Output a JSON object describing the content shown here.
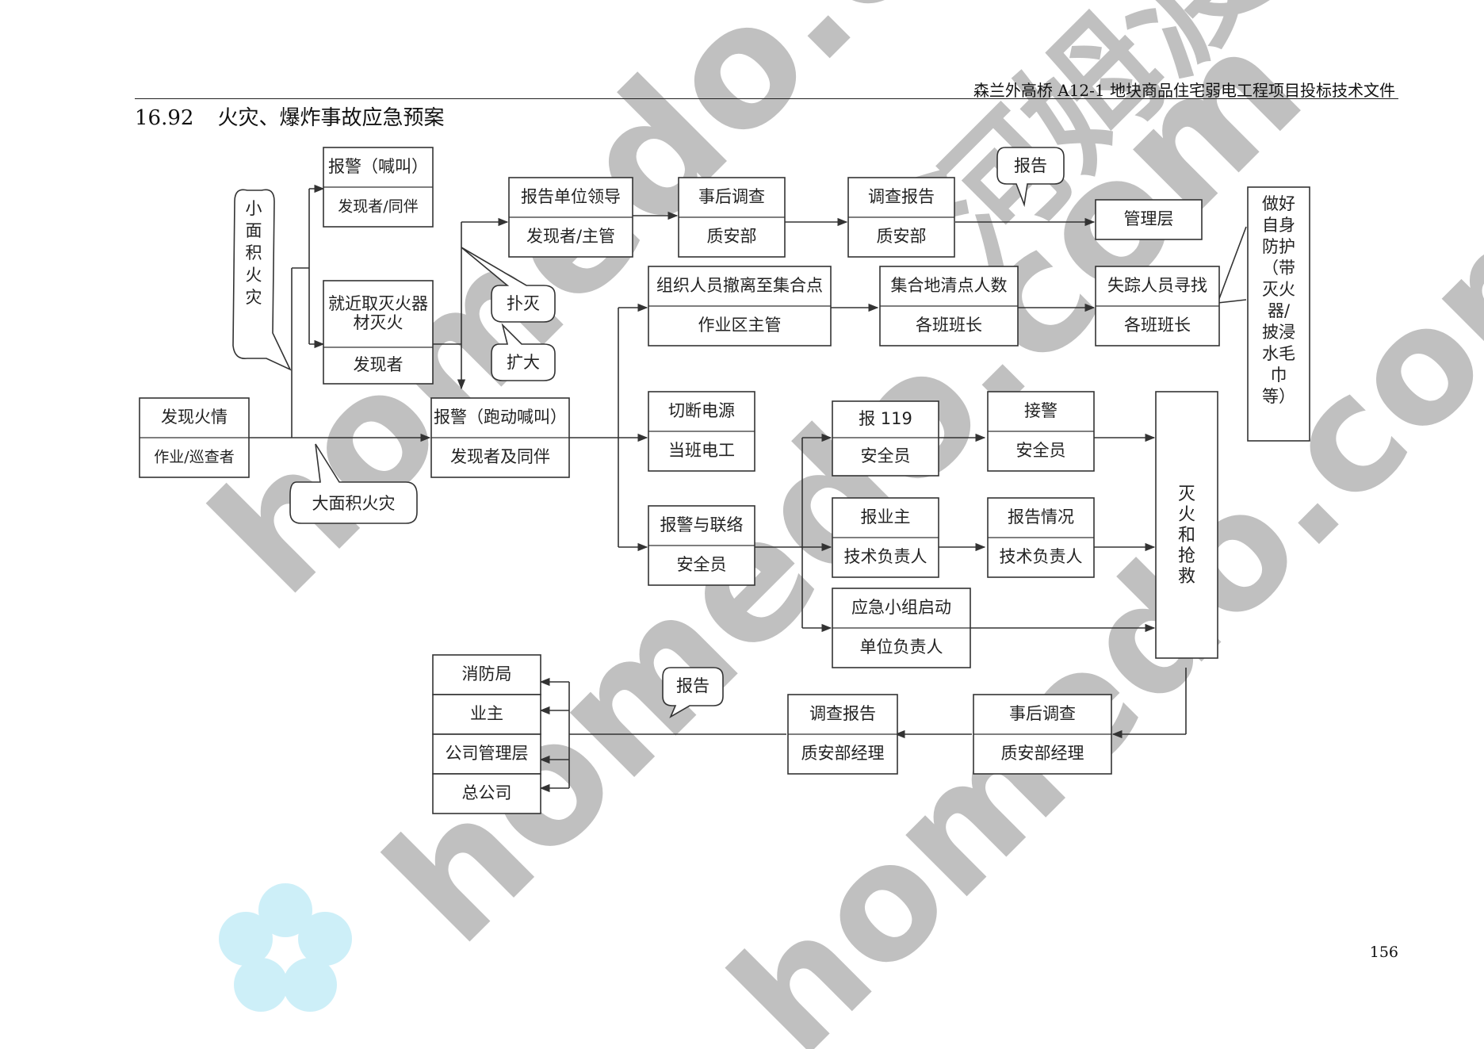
{
  "header": {
    "document_title": "森兰外高桥 A12-1 地块商品住宅弱电工程项目投标技术文件",
    "section_number": "16.92",
    "section_title": "火灾、爆炸事故应急预案"
  },
  "page_number": "156",
  "watermark": {
    "text_latin": "homedo.com",
    "text_cn": "河姆渡",
    "colors": {
      "cyan": "#4fc8e8",
      "green": "#9fd27a",
      "gray": "#bfbfbf"
    }
  },
  "diagram": {
    "nodes": {
      "discover_fire": {
        "title": "发现火情",
        "role": "作业/巡查者"
      },
      "alarm_shout": {
        "title": "报警（喊叫）",
        "role": "发现者/同伴"
      },
      "extinguish_nearby": {
        "title": "就近取灭火器材灭火",
        "role": "发现者"
      },
      "alarm_run": {
        "title": "报警（跑动喊叫）",
        "role": "发现者及同伴"
      },
      "report_leader": {
        "title": "报告单位领导",
        "role": "发现者/主管"
      },
      "post_investigation_top": {
        "title": "事后调查",
        "role": "质安部"
      },
      "investigation_report_top": {
        "title": "调查报告",
        "role": "质安部"
      },
      "management": {
        "title": "管理层"
      },
      "evacuate": {
        "title": "组织人员撤离至集合点",
        "role": "作业区主管"
      },
      "headcount": {
        "title": "集合地清点人数",
        "role": "各班班长"
      },
      "missing_search": {
        "title": "失踪人员寻找",
        "role": "各班班长"
      },
      "self_protection": {
        "title": "做好自身防护（带灭火器/披浸水毛巾等）"
      },
      "cut_power": {
        "title": "切断电源",
        "role": "当班电工"
      },
      "alarm_liaison": {
        "title": "报警与联络",
        "role": "安全员"
      },
      "call_119": {
        "title": "报 119",
        "role": "安全员"
      },
      "receive_alarm": {
        "title": "接警",
        "role": "安全员"
      },
      "report_owner": {
        "title": "报业主",
        "role": "技术负责人"
      },
      "report_situation": {
        "title": "报告情况",
        "role": "技术负责人"
      },
      "emergency_team": {
        "title": "应急小组启动",
        "role": "单位负责人"
      },
      "firefight_rescue": {
        "title": "灭火和抢救"
      },
      "post_investigation_bottom": {
        "title": "事后调查",
        "role": "质安部经理"
      },
      "investigation_report_bottom": {
        "title": "调查报告",
        "role": "质安部经理"
      },
      "recipients": [
        "消防局",
        "业主",
        "公司管理层",
        "总公司"
      ]
    },
    "callouts": {
      "small_area": "小面积火灾",
      "large_area": "大面积火灾",
      "put_out": "扑灭",
      "spread": "扩大",
      "report_top": "报告",
      "report_bottom": "报告"
    }
  }
}
